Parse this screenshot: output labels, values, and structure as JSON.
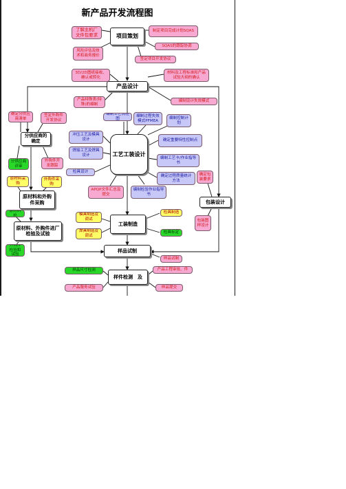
{
  "title": "新产品开发流程图",
  "main_steps": {
    "project_planning": "项目策划",
    "product_design": "产品设计",
    "supplier_selection": "分供应商的确定",
    "process_design": "工艺工装设计",
    "raw_purchased": "原材料和外购件采购",
    "incoming_inspection": "原材料、外购件进厂检验及试验",
    "tooling_manufacturing": "工装制造",
    "packaging_design": "包装设计",
    "trial_production": "样品试制",
    "sample_inspection": "样件检测　及"
  },
  "nodes": {
    "understand_oem": "了解主机厂文件包要求",
    "risk_assessment": "风险评估及技术和商务报价",
    "project_plan_sqa": "制定项目完成计划SQAS",
    "sqas_tracking": "SQAS的跟踪协调",
    "dev_agreement": "签定项目开发协议",
    "drawing_3d2d": "3D/2D图纸接收、确认或转化",
    "material_standard": "材料及工程标准和产品试验大纲的确认",
    "feature_list": "产品特殊表(特殊)的编制",
    "design_fmea": "编制设计失效模式",
    "confirm_supplier_list": "确定分供应商清单",
    "outsourcing_agreement": "签定外购件开发协议",
    "supplier_evaluation": "分供应商评审",
    "purchased_followup": "外购件开发跟踪",
    "raw_material_purchase": "原材料采购",
    "purchased_purchase": "外购件采购",
    "process_flowchart": "编制工艺流程图",
    "pfmea": "编制过程失效模式PFMEA",
    "control_plan": "编制控制计划",
    "stamping_design": "冲压工艺及模具设计",
    "welding_design": "焊接工艺及焊具设计",
    "gauge_design": "检具设计",
    "special_characteristics": "确定重要特性控制点",
    "work_instruction": "编制工艺卡/作业指导书",
    "measurement_method": "确定过程质量统计方法",
    "apqp_summary": "APQP文件汇总及提交",
    "inspection_instruction": "编制检验作业指导书",
    "confirm_packaging": "确定包装要求",
    "packaging_scheme": "包装图样设计",
    "mold_manufacturing": "模具制造及调试",
    "fixture_manufacturing": "焊具制造及调试",
    "gauge_manufacturing": "检具制造",
    "gauge_calibration": "检具标定",
    "raw_inspection": "原材料检",
    "purchased_inspection": "外购件检验和试验",
    "sample_trial": "样品试制",
    "sample_dimension": "样品尺寸检测",
    "product_engineering_approval": "产品工程审批、件",
    "product_performance_test": "产品服务试验",
    "sample_submission": "样品提交"
  },
  "colors": {
    "pink_fill": "#f7a9d2",
    "pink_text": "#d41a1a",
    "lavender_fill": "#c8c8f8",
    "lavender_text": "#1a1aa0",
    "yellow_fill": "#ffff66",
    "green_fill": "#2ad82a"
  }
}
